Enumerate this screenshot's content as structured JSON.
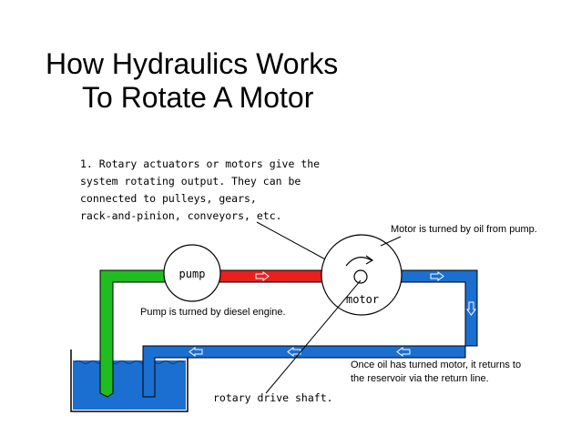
{
  "title": {
    "line1": "How Hydraulics Works",
    "line2": "To Rotate A Motor"
  },
  "description": {
    "line1": "1. Rotary actuators or motors give the",
    "line2": "system rotating output.  They can be",
    "line3": "connected to pulleys, gears,",
    "line4": "rack-and-pinion, conveyors, etc."
  },
  "components": {
    "pump": "pump",
    "motor": "motor",
    "shaft": "rotary drive shaft."
  },
  "annotations": {
    "motor_note": "Motor is turned by oil from pump.",
    "pump_note": "Pump is turned by diesel engine.",
    "return_note_line1": "Once oil has turned motor, it returns to",
    "return_note_line2": "the reservoir via the return line."
  },
  "colors": {
    "pressure_line": "#e8201e",
    "return_line": "#1a6fd1",
    "suction_line": "#1fbd1f",
    "reservoir_oil": "#1a6fd1"
  }
}
